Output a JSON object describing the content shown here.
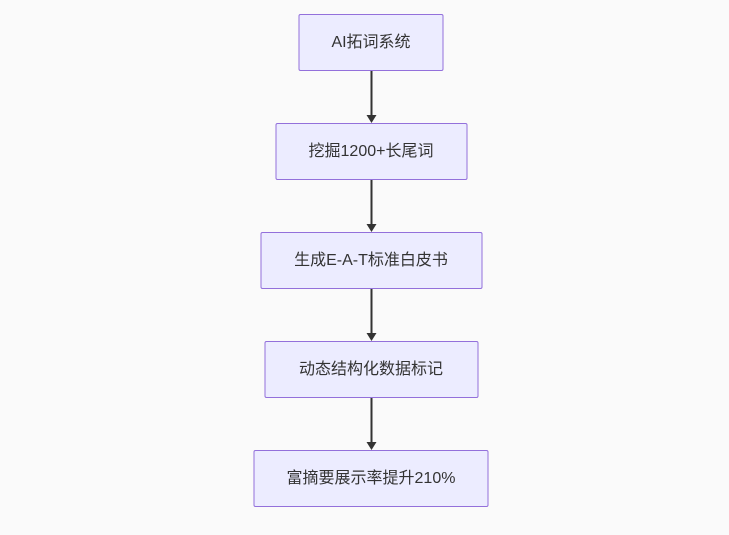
{
  "flowchart_theme": {
    "canvas_bg": "#fafafa",
    "node_fill": "#ececff",
    "node_border": "#9370db",
    "node_text": "#333333",
    "arrow": "#333333"
  },
  "flowchart": {
    "type": "flowchart-top-down",
    "nodes": [
      {
        "label": "AI拓词系统"
      },
      {
        "label": "挖掘1200+长尾词"
      },
      {
        "label": "生成E-A-T标准白皮书"
      },
      {
        "label": "动态结构化数据标记"
      },
      {
        "label": "富摘要展示率提升210%"
      }
    ],
    "edges": [
      {
        "from": "AI拓词系统",
        "to": "挖掘1200+长尾词"
      },
      {
        "from": "挖掘1200+长尾词",
        "to": "生成E-A-T标准白皮书"
      },
      {
        "from": "生成E-A-T标准白皮书",
        "to": "动态结构化数据标记"
      },
      {
        "from": "动态结构化数据标记",
        "to": "富摘要展示率提升210%"
      }
    ]
  }
}
